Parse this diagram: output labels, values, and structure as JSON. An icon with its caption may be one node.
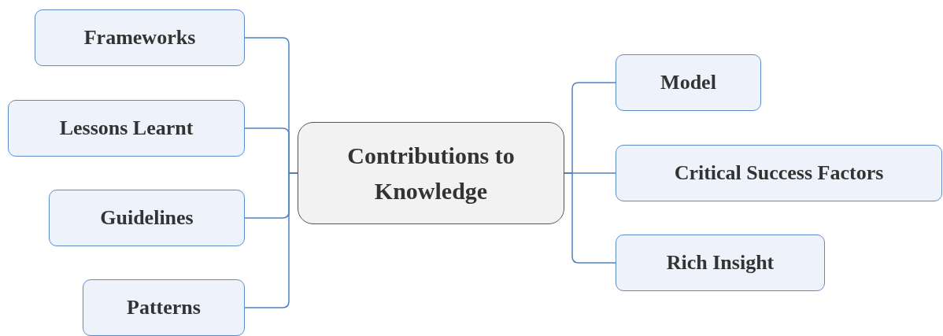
{
  "diagram": {
    "nodes": [
      {
        "text": [
          "Contributions to Knowledge"
        ]
      },
      {
        "text": [
          "Frameworks"
        ]
      },
      {
        "text": [
          "Lessons Learnt"
        ]
      },
      {
        "text": [
          "Guidelines"
        ]
      },
      {
        "text": [
          "Patterns"
        ]
      },
      {
        "text": [
          "Model"
        ]
      },
      {
        "text": [
          "Critical Success Factors"
        ]
      },
      {
        "text": [
          "Rich Insight"
        ]
      }
    ],
    "edges": [
      {
        "from": 0,
        "to": 1,
        "arrow": "none"
      },
      {
        "from": 0,
        "to": 2,
        "arrow": "none"
      },
      {
        "from": 0,
        "to": 3,
        "arrow": "none"
      },
      {
        "from": 0,
        "to": 4,
        "arrow": "none"
      },
      {
        "from": 0,
        "to": 5,
        "arrow": "none"
      },
      {
        "from": 0,
        "to": 6,
        "arrow": "none"
      },
      {
        "from": 0,
        "to": 7,
        "arrow": "none"
      }
    ]
  }
}
